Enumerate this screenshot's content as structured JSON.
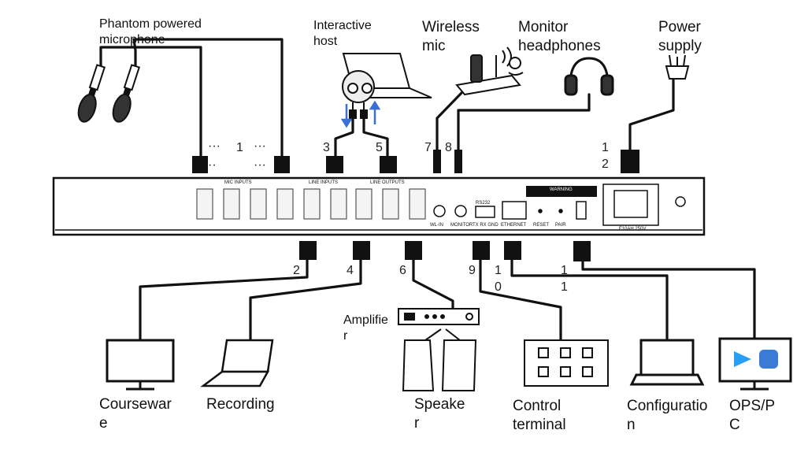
{
  "labels": {
    "phantom_mic": "Phantom powered\nmicrophone",
    "interactive_host": "Interactive\nhost",
    "wireless_mic": "Wireless\nmic",
    "monitor_headphones": "Monitor\nheadphones",
    "power_supply": "Power\nsupply",
    "amplifier": "Amplifie\nr",
    "courseware": "Coursewar\ne",
    "recording": "Recording",
    "speaker": "Speake\nr",
    "control_terminal": "Control\nterminal",
    "configuration": "Configuratio\nn",
    "ops_pc": "OPS/P\nC"
  },
  "numbers": {
    "n1": "1",
    "n3": "3",
    "n5": "5",
    "n7": "7",
    "n8": "8",
    "n12": "1\n2",
    "n2": "2",
    "n4": "4",
    "n6": "6",
    "n9": "9",
    "n10": "1\n0",
    "n11": "1\n1",
    "dots_a": "···",
    "dots_b": "···",
    "dots_c": "··",
    "dots_d": "···"
  },
  "panel": {
    "mic_inputs": "MIC INPUTS",
    "line_inputs": "LINE INPUTS",
    "line_outputs": "LINE OUTPUTS",
    "wl_in": "WL-IN",
    "monitor": "MONITOR",
    "rs232": "RS232",
    "txrxgnd": "TX RX GND",
    "ethernet": "ETHERNET",
    "reset": "RESET",
    "pair": "PAIR",
    "warning": "WARNING",
    "fuse": "F10AH 250V"
  }
}
